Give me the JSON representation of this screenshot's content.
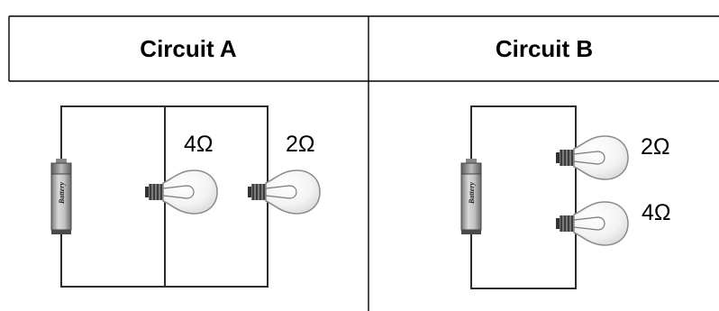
{
  "headers": {
    "circuit_a": "Circuit A",
    "circuit_b": "Circuit B"
  },
  "circuit_a": {
    "battery_label": "Battery",
    "bulb_left_label": "4Ω",
    "bulb_right_label": "2Ω"
  },
  "circuit_b": {
    "battery_label": "Battery",
    "bulb_top_label": "2Ω",
    "bulb_bottom_label": "4Ω"
  }
}
